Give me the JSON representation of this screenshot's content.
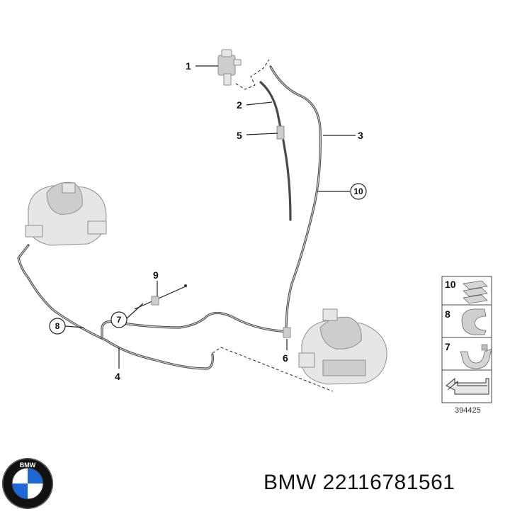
{
  "callouts": {
    "c1": "1",
    "c2": "2",
    "c3": "3",
    "c4": "4",
    "c5": "5",
    "c6": "6",
    "c7": "7",
    "c8": "8",
    "c9": "9",
    "c10": "10"
  },
  "legend": {
    "items": [
      {
        "label": "10"
      },
      {
        "label": "8"
      },
      {
        "label": "7"
      }
    ],
    "diagram_number": "394425"
  },
  "brand": {
    "part_label": "BMW 22116781561",
    "logo_letters": "BMW"
  },
  "colors": {
    "hose": "#4a4a4a",
    "mount": "#e6e6e6",
    "logo_blue": "#1c69d4"
  }
}
